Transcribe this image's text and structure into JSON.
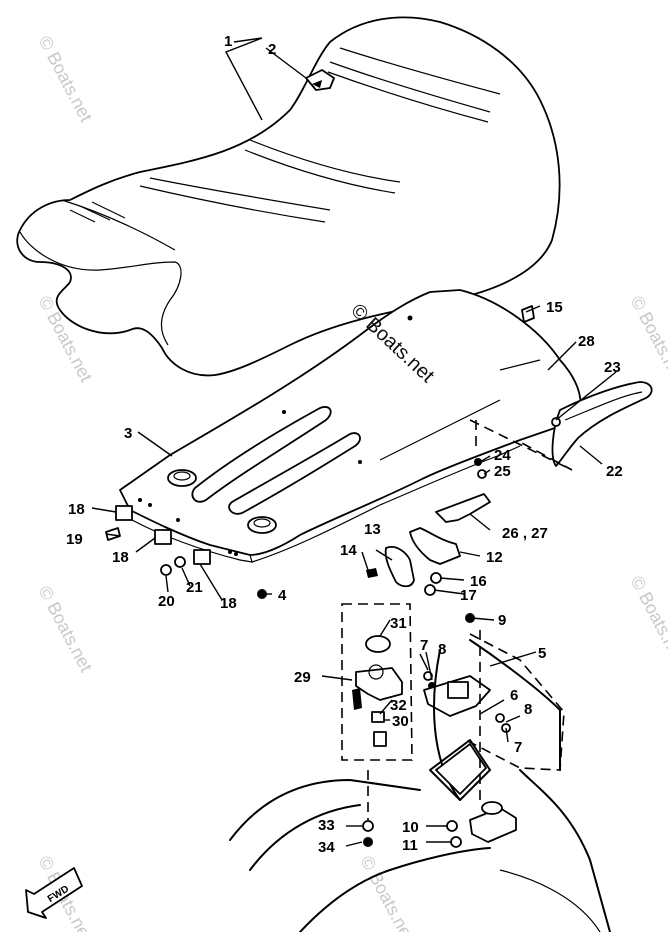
{
  "watermark": {
    "text": "© Boats.net",
    "main_text": "© Boats.net"
  },
  "callouts": [
    {
      "id": "c1",
      "text": "1"
    },
    {
      "id": "c2",
      "text": "2"
    },
    {
      "id": "c3",
      "text": "3"
    },
    {
      "id": "c4",
      "text": "4"
    },
    {
      "id": "c5",
      "text": "5"
    },
    {
      "id": "c6",
      "text": "6"
    },
    {
      "id": "c7a",
      "text": "7"
    },
    {
      "id": "c7b",
      "text": "7"
    },
    {
      "id": "c8a",
      "text": "8"
    },
    {
      "id": "c8b",
      "text": "8"
    },
    {
      "id": "c9",
      "text": "9"
    },
    {
      "id": "c10",
      "text": "10"
    },
    {
      "id": "c11",
      "text": "11"
    },
    {
      "id": "c12",
      "text": "12"
    },
    {
      "id": "c13",
      "text": "13"
    },
    {
      "id": "c14",
      "text": "14"
    },
    {
      "id": "c15",
      "text": "15"
    },
    {
      "id": "c16",
      "text": "16"
    },
    {
      "id": "c17",
      "text": "17"
    },
    {
      "id": "c18a",
      "text": "18"
    },
    {
      "id": "c18b",
      "text": "18"
    },
    {
      "id": "c18c",
      "text": "18"
    },
    {
      "id": "c19",
      "text": "19"
    },
    {
      "id": "c20",
      "text": "20"
    },
    {
      "id": "c21",
      "text": "21"
    },
    {
      "id": "c22",
      "text": "22"
    },
    {
      "id": "c23",
      "text": "23"
    },
    {
      "id": "c24",
      "text": "24"
    },
    {
      "id": "c25",
      "text": "25"
    },
    {
      "id": "c2627",
      "text": "26 , 27"
    },
    {
      "id": "c28",
      "text": "28"
    },
    {
      "id": "c29",
      "text": "29"
    },
    {
      "id": "c30",
      "text": "30"
    },
    {
      "id": "c31",
      "text": "31"
    },
    {
      "id": "c32",
      "text": "32"
    },
    {
      "id": "c33",
      "text": "33"
    },
    {
      "id": "c34",
      "text": "34"
    }
  ],
  "fwd_label": "FWD"
}
